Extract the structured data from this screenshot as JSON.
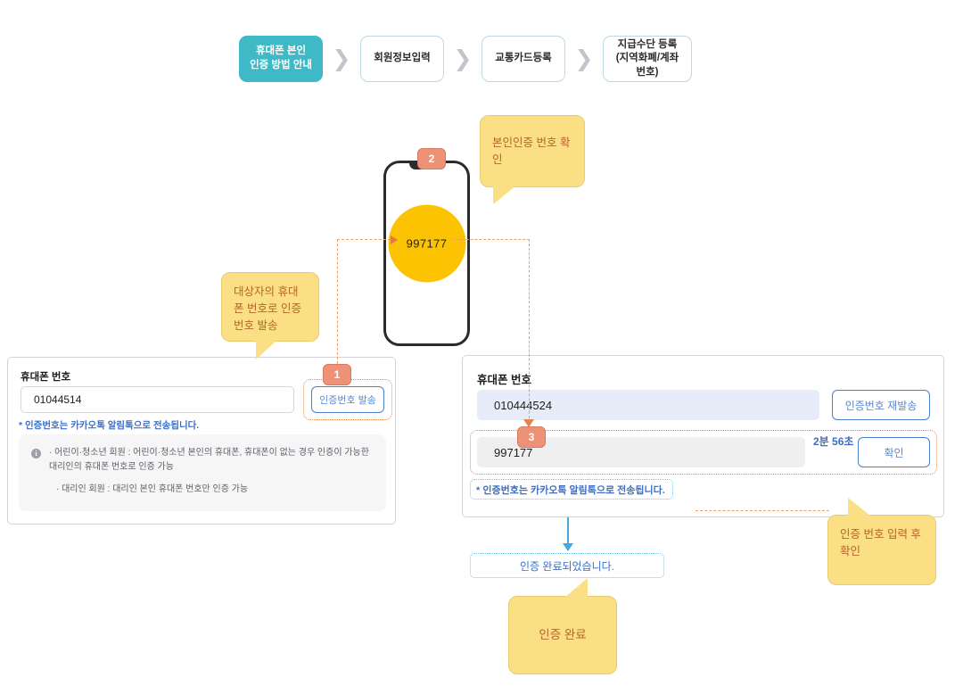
{
  "stepper": {
    "steps": [
      {
        "label": "휴대폰 본인\n인증 방법 안내",
        "state": "active"
      },
      {
        "label": "회원정보입력",
        "state": "idle"
      },
      {
        "label": "교통카드등록",
        "state": "idle"
      },
      {
        "label": "지급수단 등록\n(지역화폐/계좌\n번호)",
        "state": "idle"
      }
    ],
    "separator": "❯",
    "active_color": "#3EB9C5"
  },
  "phone_mockup": {
    "otp_code": "997177",
    "circle_color": "#FBC302",
    "badge": "2"
  },
  "callouts": {
    "verify_number": "본인인증 번호 확인",
    "send_to_target": "대상자의 휴대폰 번호로 인증번호 발송",
    "after_input_confirm": "인증 번호 입력 후 확인",
    "auth_complete": "인증 완료",
    "bubble_color": "#FADF84",
    "text_color": "#B5652B"
  },
  "badges": {
    "one": "1",
    "three": "3",
    "color": "#EE9277"
  },
  "left_panel": {
    "field_label": "휴대폰 번호",
    "phone_value": "01044514",
    "send_button": "인증번호 발송",
    "notice": "* 인증번호는 카카오톡 알림톡으로 전송됩니다.",
    "info_icon": "info-icon",
    "info_lines": [
      "· 어린이·청소년 회원 : 어린이·청소년 본인의 휴대폰, 휴대폰이 없는 경우 인증이 가능한 대리인의 휴대폰 번호로 인증 가능",
      "· 대리인 회원 : 대리인 본인 휴대폰 번호만 인증 가능"
    ]
  },
  "right_panel": {
    "field_label": "휴대폰 번호",
    "phone_value": "010444524",
    "resend_button": "인증번호 재발송",
    "code_value": "997177",
    "timer": "2분 56초",
    "confirm_button": "확인",
    "notice": "* 인증번호는 카카오톡 알림톡으로 전송됩니다."
  },
  "success": {
    "message": "인증 완료되었습니다.",
    "accent_color": "#49A8DC"
  }
}
